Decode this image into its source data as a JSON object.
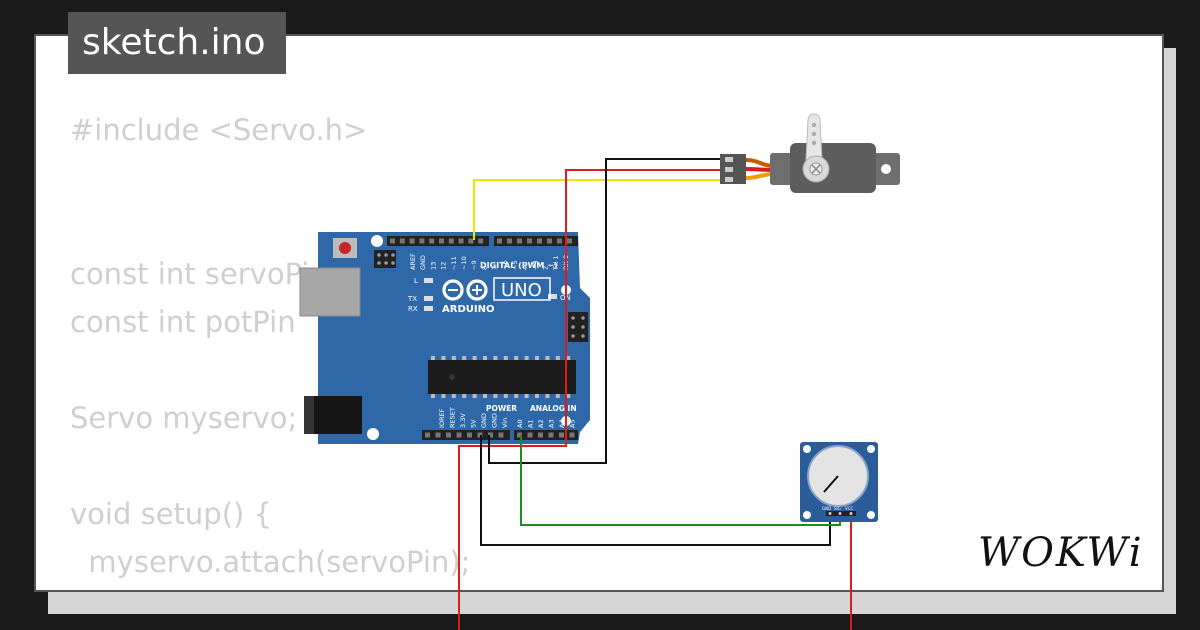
{
  "file_tab": {
    "label": "sketch.ino"
  },
  "code_lines": [
    "#include <Servo.h>",
    "",
    "",
    "const int servoPin",
    "const int potPin",
    "",
    "Servo myservo;",
    "",
    "void setup() {",
    "  myservo.attach(servoPin);",
    "}"
  ],
  "board": {
    "model_label": "UNO",
    "brand_label": "ARDUINO",
    "digital_header_label": "DIGITAL (PWM ~)",
    "power_label": "POWER",
    "analog_label": "ANALOG IN",
    "led_l": "L",
    "led_tx": "TX",
    "led_rx": "RX",
    "led_on": "ON",
    "digital_pins": [
      "AREF",
      "GND",
      "13",
      "12",
      "~11",
      "~10",
      "~9",
      "8",
      "7",
      "~6",
      "~5",
      "4",
      "~3",
      "2",
      "TX 1",
      "RX 0"
    ],
    "power_pins": [
      "IOREF",
      "RESET",
      "3.3V",
      "5V",
      "GND",
      "GND",
      "Vin"
    ],
    "analog_pins": [
      "A0",
      "A1",
      "A2",
      "A3",
      "A4",
      "A5"
    ]
  },
  "potentiometer": {
    "pin_gnd": "GND",
    "pin_sig": "SIG",
    "pin_vcc": "VCC"
  },
  "brand": {
    "logo_text": "WOKWi"
  },
  "colors": {
    "board": "#2f68a8",
    "wire_red": "#e01b1b",
    "wire_black": "#111111",
    "wire_yellow": "#f2e400",
    "wire_green": "#1a8f1a",
    "servo_body": "#6e6e6e",
    "pot_board": "#2b5d9b"
  }
}
